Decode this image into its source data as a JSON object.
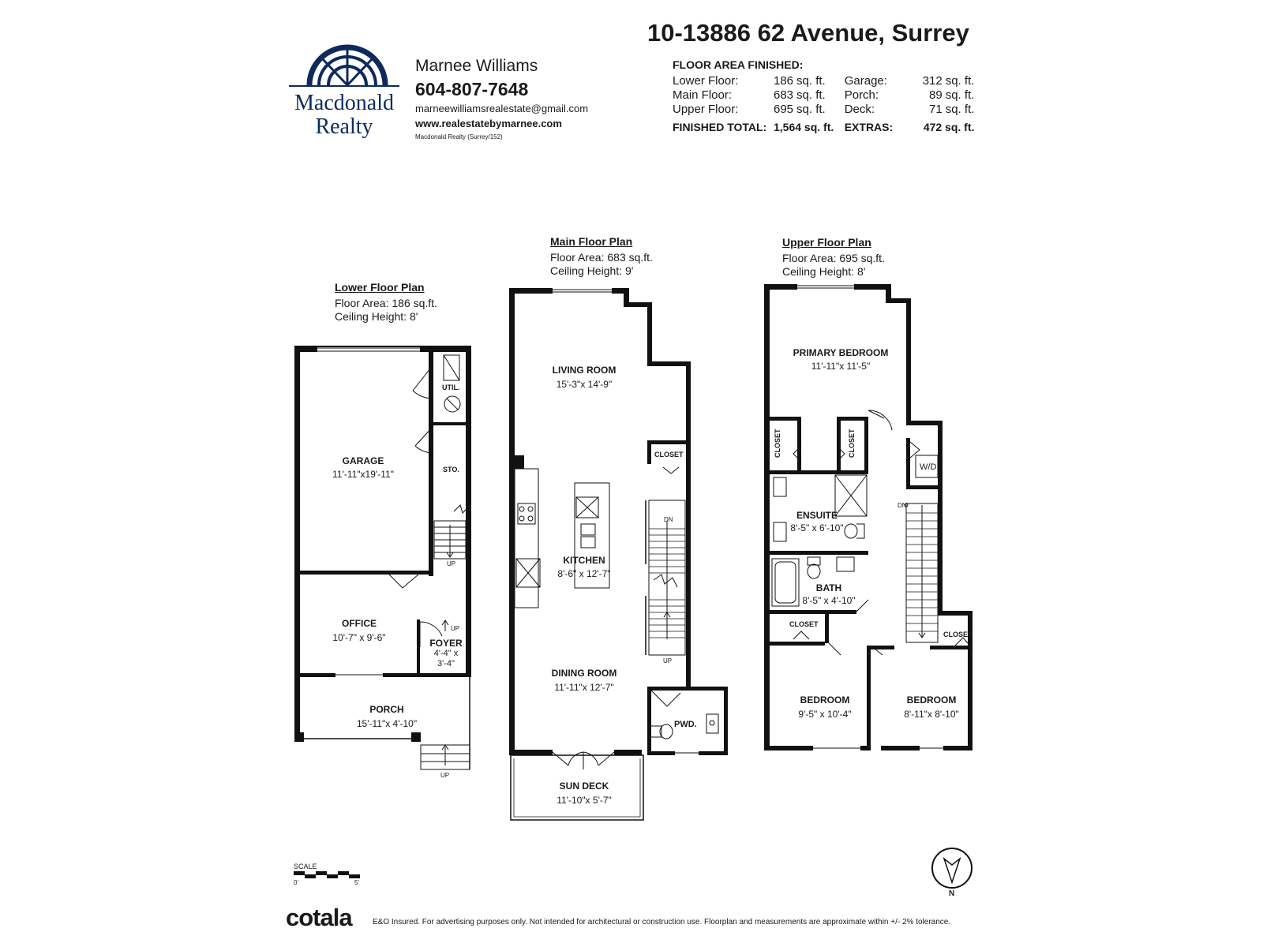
{
  "header": {
    "address": "10-13886 62 Avenue, Surrey",
    "agent_name": "Marnee Williams",
    "agent_phone": "604-807-7648",
    "agent_email": "marneewilliamsrealestate@gmail.com",
    "agent_website": "www.realestatebymarnee.com",
    "agent_office": "Macdonald Realty (Surrey/152)",
    "brand_line1": "Macdonald",
    "brand_line2": "Realty"
  },
  "floor_area": {
    "title": "FLOOR AREA FINISHED:",
    "rows": [
      {
        "label": "Lower Floor:",
        "value": "186",
        "unit": "sq. ft.",
        "label2": "Garage:",
        "value2": "312",
        "unit2": "sq. ft."
      },
      {
        "label": "Main Floor:",
        "value": "683",
        "unit": "sq. ft.",
        "label2": "Porch:",
        "value2": "89",
        "unit2": "sq. ft."
      },
      {
        "label": "Upper Floor:",
        "value": "695",
        "unit": "sq. ft.",
        "label2": "Deck:",
        "value2": "71",
        "unit2": "sq. ft."
      }
    ],
    "total_label": "FINISHED TOTAL:",
    "total_value": "1,564 sq. ft.",
    "extras_label": "EXTRAS:",
    "extras_value": "472 sq. ft."
  },
  "plans": {
    "lower": {
      "title": "Lower Floor Plan",
      "area": "Floor Area: 186 sq.ft.",
      "ceiling": "Ceiling Height: 8'",
      "rooms": {
        "garage": {
          "name": "GARAGE",
          "dim": "11'-11\"x19'-11\""
        },
        "util": {
          "name": "UTIL."
        },
        "sto": {
          "name": "STO."
        },
        "office": {
          "name": "OFFICE",
          "dim": "10'-7\" x 9'-6\""
        },
        "foyer": {
          "name": "FOYER",
          "dim1": "4'-4\" x",
          "dim2": "3'-4\""
        },
        "porch": {
          "name": "PORCH",
          "dim": "15'-11\"x 4'-10\""
        }
      },
      "up_stair": "UP",
      "up_foyer": "UP",
      "up_porch": "UP"
    },
    "main": {
      "title": "Main Floor Plan",
      "area": "Floor Area: 683 sq.ft.",
      "ceiling": "Ceiling Height: 9'",
      "rooms": {
        "living": {
          "name": "LIVING ROOM",
          "dim": "15'-3\"x 14'-9\""
        },
        "closet": {
          "name": "CLOSET"
        },
        "kitchen": {
          "name": "KITCHEN",
          "dim": "8'-6\" x 12'-7\""
        },
        "dining": {
          "name": "DINING ROOM",
          "dim": "11'-11\"x 12'-7\""
        },
        "pwd": {
          "name": "PWD."
        },
        "deck": {
          "name": "SUN DECK",
          "dim": "11'-10\"x 5'-7\""
        }
      },
      "dn": "DN",
      "up": "UP"
    },
    "upper": {
      "title": "Upper Floor Plan",
      "area": "Floor Area: 695 sq.ft.",
      "ceiling": "Ceiling Height: 8'",
      "rooms": {
        "primary": {
          "name": "PRIMARY BEDROOM",
          "dim": "11'-11\"x 11'-5\""
        },
        "closet_a": {
          "name": "CLOSET"
        },
        "closet_b": {
          "name": "CLOSET"
        },
        "wd": {
          "name": "W/D"
        },
        "ensuite": {
          "name": "ENSUITE",
          "dim": "8'-5\" x 6'-10\""
        },
        "bath": {
          "name": "BATH",
          "dim": "8'-5\" x 4'-10\""
        },
        "closet_c": {
          "name": "CLOSET"
        },
        "closet_d": {
          "name": "CLOSET"
        },
        "bed1": {
          "name": "BEDROOM",
          "dim": "9'-5\" x 10'-4\""
        },
        "bed2": {
          "name": "BEDROOM",
          "dim": "8'-11\"x 8'-10\""
        }
      },
      "dn": "DN"
    }
  },
  "scale": {
    "label": "SCALE",
    "start": "0'",
    "end": "5'"
  },
  "north": "N",
  "footer": {
    "brand": "cotala",
    "disclaimer": "E&O Insured. For advertising purposes only. Not intended for architectural or construction use. Floorplan and measurements are approximate within +/- 2% tolerance."
  },
  "colors": {
    "brand": "#0d2a5b",
    "wall": "#111111"
  }
}
